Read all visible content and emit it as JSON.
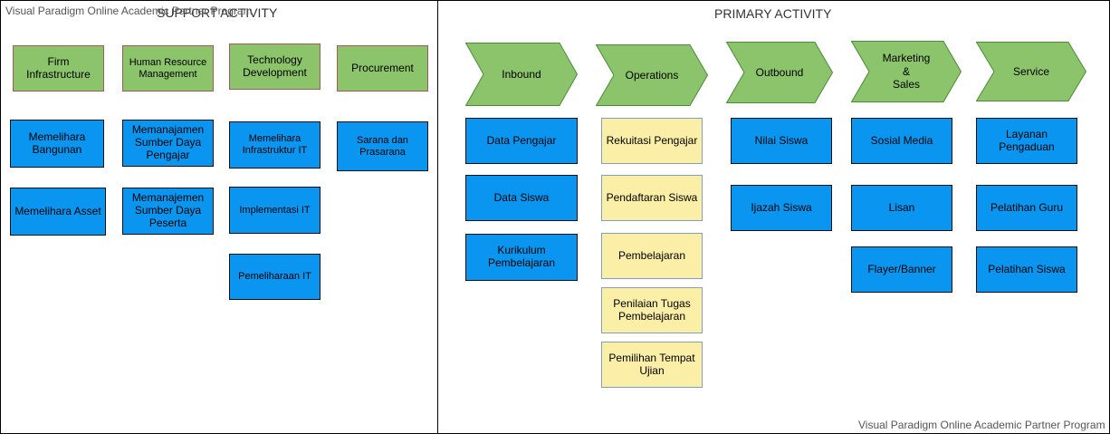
{
  "watermark_top": "Visual Paradigm Online Academic Partner Program",
  "watermark_bottom": "Visual Paradigm Online Academic Partner Program",
  "support": {
    "title": "SUPPORT ACTIVITY",
    "headers": [
      "Firm Infrastructure",
      "Human Resource Management",
      "Technology Development",
      "Procurement"
    ],
    "col1": [
      "Memelihara Bangunan",
      "Memelihara Asset"
    ],
    "col2": [
      "Memanajamen Sumber Daya Pengajar",
      "Memanajemen Sumber Daya Peserta"
    ],
    "col3": [
      "Memelihara Infrastruktur IT",
      "Implementasi IT",
      "Pemeliharaan IT"
    ],
    "col4": [
      "Sarana dan Prasarana"
    ]
  },
  "primary": {
    "title": "PRIMARY ACTIVITY",
    "headers": [
      "Inbound",
      "Operations",
      "Outbound",
      "Marketing\n&\nSales",
      "Service"
    ],
    "inbound": [
      "Data Pengajar",
      "Data Siswa",
      "Kurikulum Pembelajaran"
    ],
    "operations": [
      "Rekuitasi Pengajar",
      "Pendaftaran Siswa",
      "Pembelajaran",
      "Penilaian Tugas Pembelajaran",
      "Pemilihan Tempat Ujian"
    ],
    "outbound": [
      "Nilai Siswa",
      "Ijazah Siswa"
    ],
    "marketing": [
      "Sosial Media",
      "Lisan",
      "Flayer/Banner"
    ],
    "service": [
      "Layanan Pengaduan",
      "Pelatihan Guru",
      "Pelatihan Siswa"
    ]
  },
  "colors": {
    "header_green": "#8cc46c",
    "activity_blue": "#0a96f0",
    "activity_yellow": "#fbeea6"
  }
}
